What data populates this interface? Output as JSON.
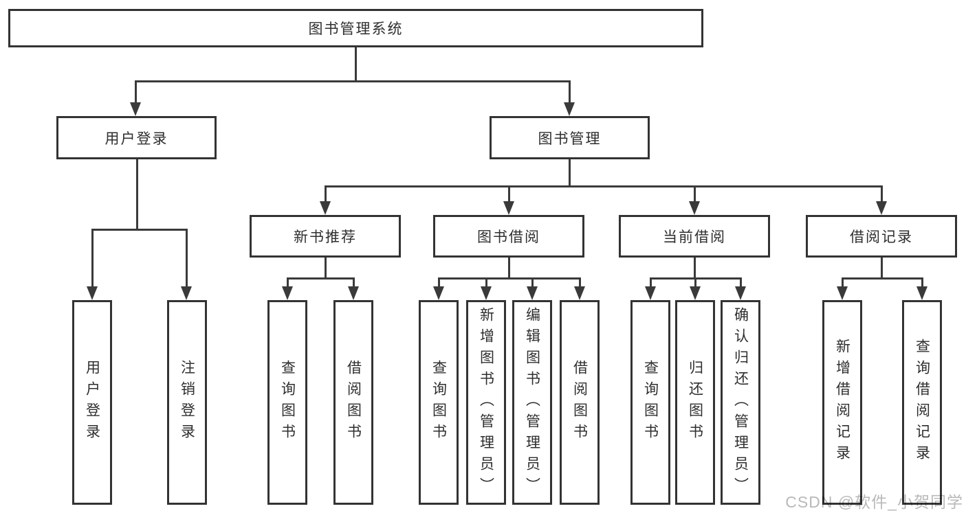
{
  "tree": {
    "label": "图书管理系统",
    "children": [
      {
        "label": "用户登录",
        "children": [
          {
            "label": "用户登录"
          },
          {
            "label": "注销登录"
          }
        ]
      },
      {
        "label": "图书管理",
        "children": [
          {
            "label": "新书推荐",
            "children": [
              {
                "label": "查询图书"
              },
              {
                "label": "借阅图书"
              }
            ]
          },
          {
            "label": "图书借阅",
            "children": [
              {
                "label": "查询图书"
              },
              {
                "label": "新增图书（管理员）"
              },
              {
                "label": "编辑图书（管理员）"
              },
              {
                "label": "借阅图书"
              }
            ]
          },
          {
            "label": "当前借阅",
            "children": [
              {
                "label": "查询图书"
              },
              {
                "label": "归还图书"
              },
              {
                "label": "确认归还（管理员）"
              }
            ]
          },
          {
            "label": "借阅记录",
            "children": [
              {
                "label": "新增借阅记录"
              },
              {
                "label": "查询借阅记录"
              }
            ]
          }
        ]
      }
    ]
  },
  "watermark": {
    "text": "CSDN @软件_小贺同学"
  },
  "colors": {
    "line": "#3a3a3a",
    "box_border": "#333333",
    "text": "#2e2e2e",
    "watermark": "#b9b9b9",
    "background": "#ffffff"
  }
}
